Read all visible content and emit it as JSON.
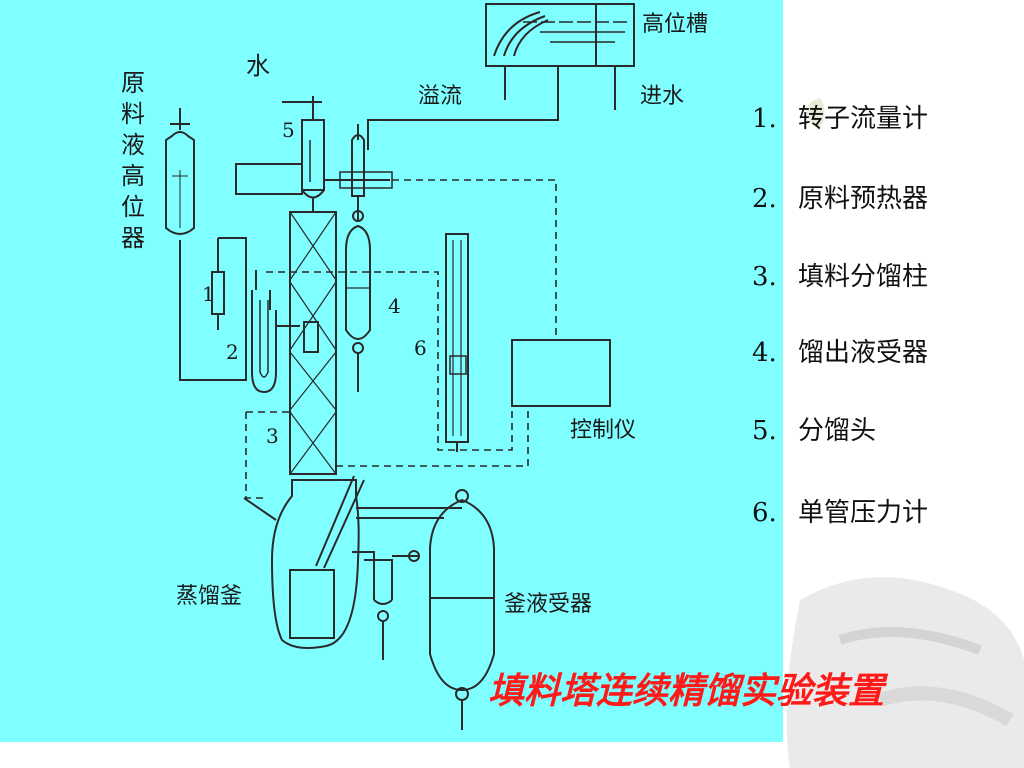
{
  "diagram": {
    "labels": {
      "water": "水",
      "overflow": "溢流",
      "high_tank": "高位槽",
      "water_inlet": "进水",
      "feed_tank": "原料液高位器",
      "controller": "控制仪",
      "still_pot": "蒸馏釜",
      "bottoms_receiver": "釜液受器"
    },
    "numbers": {
      "n1": "1",
      "n2": "2",
      "n3": "3",
      "n4": "4",
      "n5": "5",
      "n6": "6"
    }
  },
  "legend": [
    {
      "num": "1.",
      "text": "转子流量计"
    },
    {
      "num": "2.",
      "text": "原料预热器"
    },
    {
      "num": "3.",
      "text": "填料分馏柱"
    },
    {
      "num": "4.",
      "text": "馏出液受器"
    },
    {
      "num": "5.",
      "text": "分馏头"
    },
    {
      "num": "6.",
      "text": "单管压力计"
    }
  ],
  "caption": "填料塔连续精馏实验装置",
  "colors": {
    "panel": "#7fffff",
    "line": "#2a2a2a",
    "caption": "#ff1a1a"
  }
}
